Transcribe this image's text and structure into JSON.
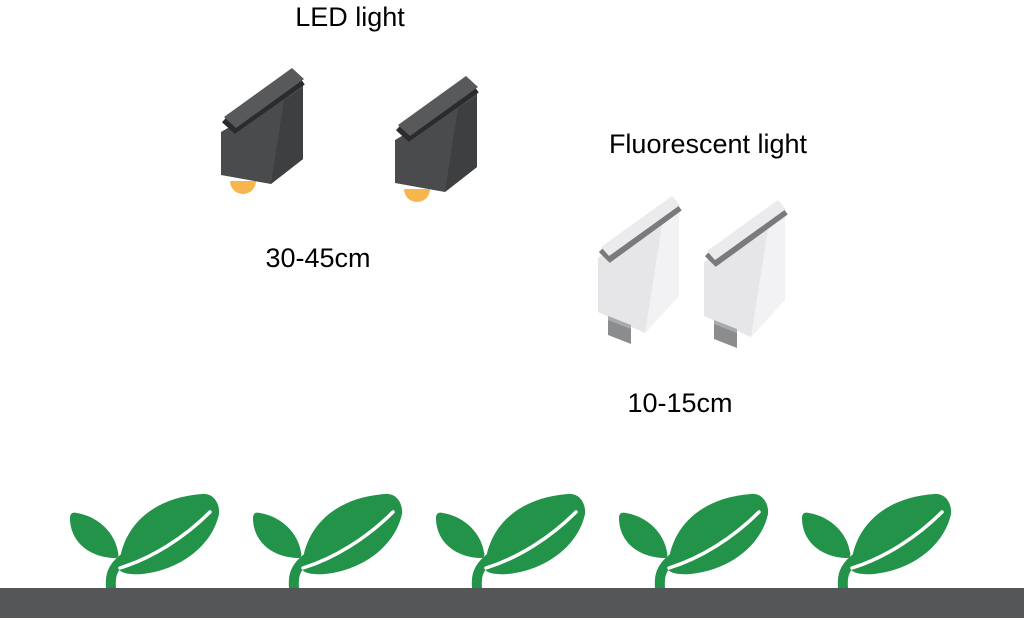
{
  "diagram": {
    "led_group": {
      "label": "LED light",
      "distance": "30-45cm",
      "fixture_count": 2
    },
    "fluorescent_group": {
      "label": "Fluorescent light",
      "distance": "10-15cm",
      "fixture_count": 2
    },
    "plant_count": 5
  },
  "colors": {
    "background": "#ffffff",
    "text": "#000000",
    "ground": "#555657",
    "plant_green": "#229348",
    "leaf_vein": "#ffffff",
    "led_lid": "#58595b",
    "led_band": "#2b2b2d",
    "led_body": "#4a4b4d",
    "led_end": "#3e3f41",
    "led_bulb": "#f7b54d",
    "fluor_lid": "#ebebed",
    "fluor_band": "#797a7c",
    "fluor_body": "#e6e6e8",
    "fluor_end": "#f2f2f4",
    "fluor_tab": "#8a8c8e",
    "fluor_tab_top": "#a8aaac"
  }
}
